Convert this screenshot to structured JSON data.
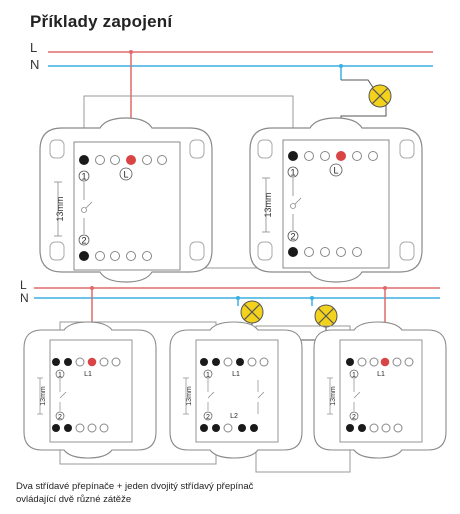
{
  "title": "Příklady zapojení",
  "wiring_top": {
    "line_label": "L",
    "neutral_label": "N",
    "dimension_label": "13mm",
    "left_switch": {
      "terminal_1": "1",
      "terminal_2": "2",
      "terminal_L": "L"
    },
    "right_switch": {
      "terminal_1": "1",
      "terminal_2": "2",
      "terminal_L": "L"
    }
  },
  "wiring_bottom": {
    "line_label": "L",
    "neutral_label": "N",
    "dimension_label": "13mm",
    "left_switch": {
      "terminal_1": "1",
      "terminal_2": "2",
      "terminal_L": "L1"
    },
    "middle_switch": {
      "terminal_1": "1",
      "terminal_2": "2",
      "terminal_L1": "L1",
      "terminal_L2": "L2"
    },
    "right_switch": {
      "terminal_1": "1",
      "terminal_2": "2",
      "terminal_L": "L1"
    }
  },
  "caption_line1": "Dva střídavé přepínače + jeden dvojitý střídavý přepínač",
  "caption_line2": "ovládající dvě různé zátěže",
  "colors": {
    "line_wire": "#e06a6a",
    "neutral_wire": "#3ab0e0",
    "lamp": "#f2d21c",
    "terminal_dark": "#1a1a1a",
    "terminal_live": "#d94545",
    "outline": "#8a8a8a"
  }
}
